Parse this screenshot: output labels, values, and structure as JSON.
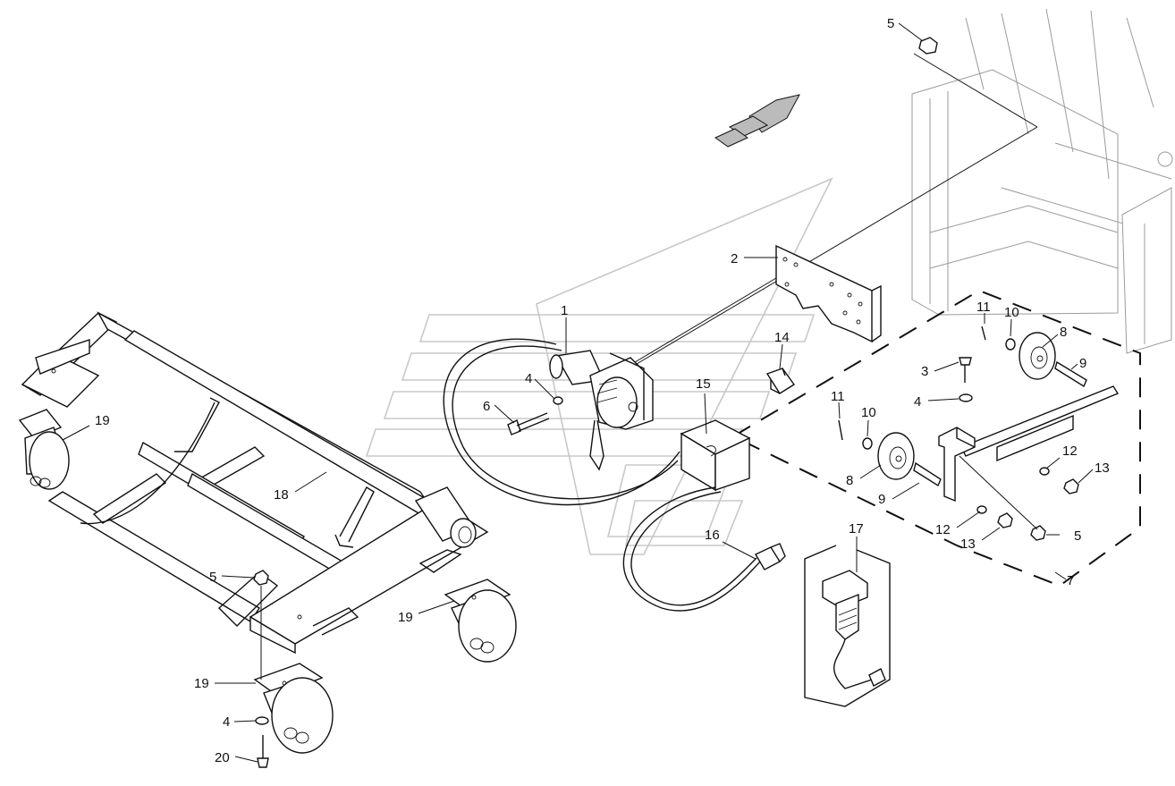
{
  "callouts": [
    {
      "id": "c1",
      "label": "1"
    },
    {
      "id": "c2",
      "label": "2"
    },
    {
      "id": "c3",
      "label": "3"
    },
    {
      "id": "c4a",
      "label": "4"
    },
    {
      "id": "c4b",
      "label": "4"
    },
    {
      "id": "c4c",
      "label": "4"
    },
    {
      "id": "c5a",
      "label": "5"
    },
    {
      "id": "c5b",
      "label": "5"
    },
    {
      "id": "c5c",
      "label": "5"
    },
    {
      "id": "c6",
      "label": "6"
    },
    {
      "id": "c7",
      "label": "7"
    },
    {
      "id": "c8a",
      "label": "8"
    },
    {
      "id": "c8b",
      "label": "8"
    },
    {
      "id": "c9a",
      "label": "9"
    },
    {
      "id": "c9b",
      "label": "9"
    },
    {
      "id": "c10a",
      "label": "10"
    },
    {
      "id": "c10b",
      "label": "10"
    },
    {
      "id": "c11a",
      "label": "11"
    },
    {
      "id": "c11b",
      "label": "11"
    },
    {
      "id": "c12a",
      "label": "12"
    },
    {
      "id": "c12b",
      "label": "12"
    },
    {
      "id": "c13a",
      "label": "13"
    },
    {
      "id": "c13b",
      "label": "13"
    },
    {
      "id": "c14",
      "label": "14"
    },
    {
      "id": "c15",
      "label": "15"
    },
    {
      "id": "c16",
      "label": "16"
    },
    {
      "id": "c17",
      "label": "17"
    },
    {
      "id": "c18",
      "label": "18"
    },
    {
      "id": "c19a",
      "label": "19"
    },
    {
      "id": "c19b",
      "label": "19"
    },
    {
      "id": "c19c",
      "label": "19"
    },
    {
      "id": "c20",
      "label": "20"
    }
  ]
}
